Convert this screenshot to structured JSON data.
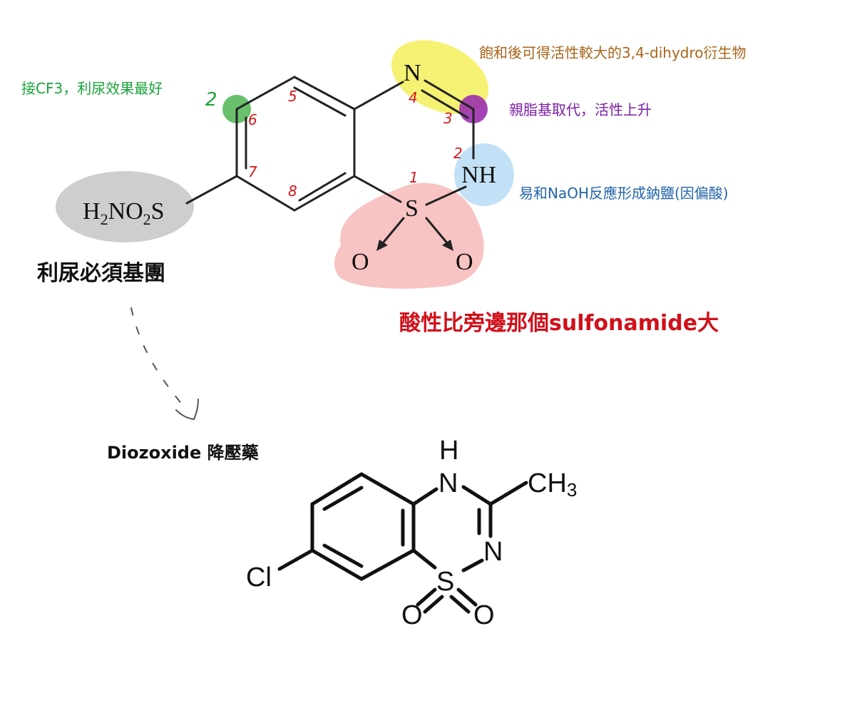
{
  "colors": {
    "green_note": "#1aa33a",
    "orange_note": "#a8651a",
    "purple_note": "#7a1fa6",
    "blue_note": "#2264ab",
    "red_note": "#d0101a",
    "yellow_highlight": "#f2ee5a",
    "blue_highlight": "#b8dcf5",
    "red_highlight": "#f6b9b9",
    "gray_highlight": "#c9c9c9",
    "green_highlight": "#58b95c",
    "purple_highlight": "#9b2fae"
  },
  "structure_top": {
    "atom_N": "N",
    "atom_NH": "NH",
    "atom_S": "S",
    "atom_O_left": "O",
    "atom_O_right": "O",
    "substituent_H": "H",
    "substituent_2": "2",
    "substituent_NO": "NO",
    "substituent_2b": "2",
    "substituent_S": "S",
    "numbers": {
      "n1": "1",
      "n2": "2",
      "n3": "3",
      "n4": "4",
      "n5": "5",
      "n6": "6",
      "n7": "7",
      "n8": "8"
    }
  },
  "annotations": {
    "cf3": "接CF3，利尿效果最好",
    "cf3_mark": "2",
    "dihydro": "飽和後可得活性較大的3,4-dihydro衍生物",
    "lipophilic": "親脂基取代，活性上升",
    "naoh": "易和NaOH反應形成鈉鹽(因偏酸)",
    "diuretic_group": "利尿必須基團",
    "acidity": "酸性比旁邊那個sulfonamide大"
  },
  "structure_bottom": {
    "label": "Diozoxide 降壓藥",
    "atom_H": "H",
    "atom_N_top": "N",
    "atom_CH": "CH",
    "atom_CH_sub": "3",
    "atom_N_right": "N",
    "atom_S": "S",
    "atom_O_left": "O",
    "atom_O_right": "O",
    "atom_Cl": "Cl"
  }
}
